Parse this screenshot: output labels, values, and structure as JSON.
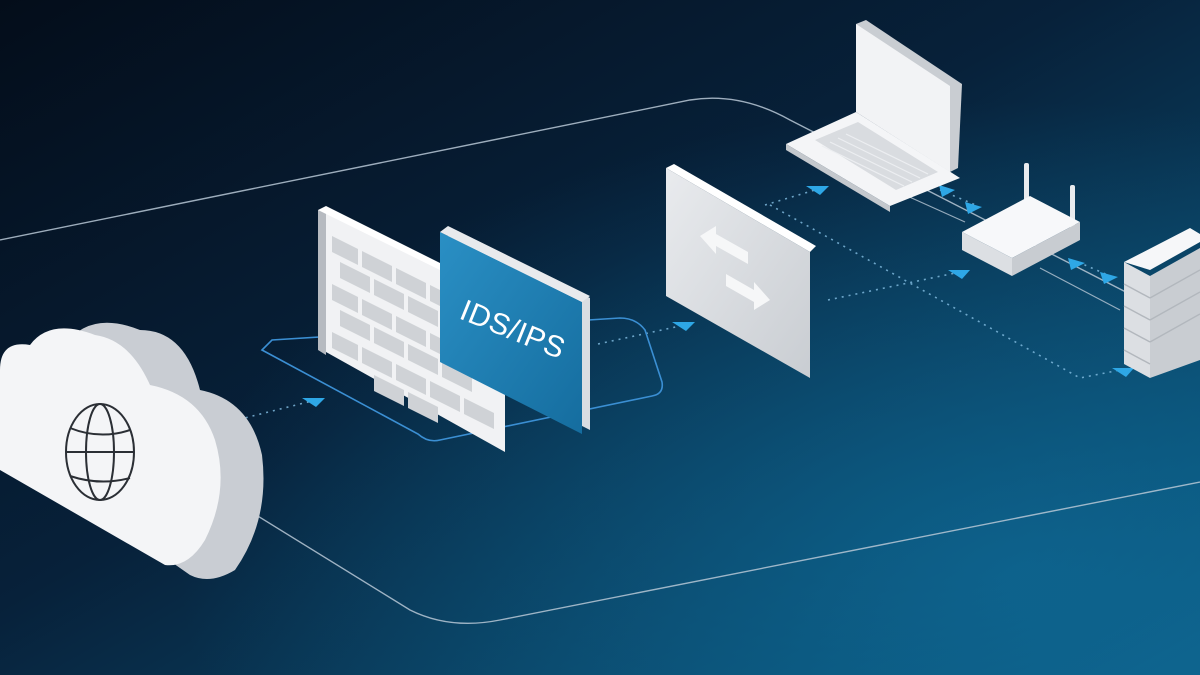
{
  "diagram": {
    "ids_ips_label": "IDS/IPS"
  },
  "colors": {
    "background_top": "#05101f",
    "background_bottom": "#0c5a80",
    "device_white": "#f4f5f7",
    "device_shade": "#d4d7dc",
    "brick_gray": "#cfd2d6",
    "ids_panel": "#1c7eb3",
    "accent_arrow": "#2ea7e6",
    "outline": "#b9c8d6"
  },
  "nodes": [
    {
      "name": "cloud",
      "icon": "globe-icon"
    },
    {
      "name": "firewall",
      "icon": "brick-wall-icon"
    },
    {
      "name": "ids-ips",
      "icon": "ids-ips-panel"
    },
    {
      "name": "switch",
      "icon": "swap-arrows-icon"
    },
    {
      "name": "laptop",
      "icon": "laptop-icon"
    },
    {
      "name": "router",
      "icon": "router-icon"
    },
    {
      "name": "server",
      "icon": "server-rack-icon"
    }
  ]
}
